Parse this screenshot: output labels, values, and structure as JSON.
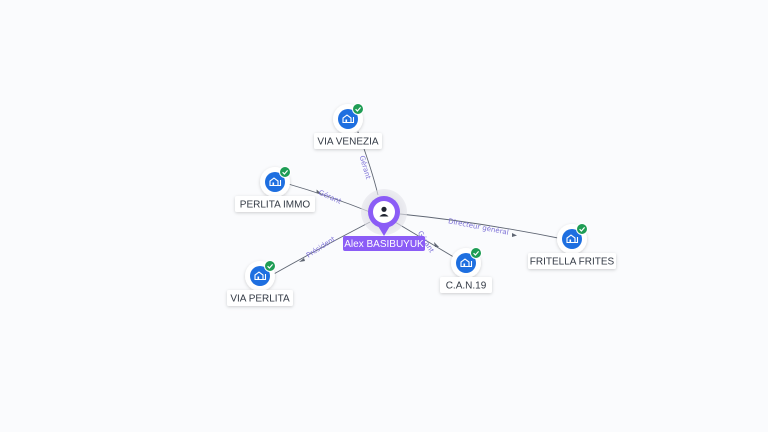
{
  "graph": {
    "person": {
      "name": "Alex BASIBUYUK",
      "icon": "person-icon",
      "color": "#8b5cf6"
    },
    "companies": [
      {
        "id": "via-venezia",
        "name": "VIA VENEZIA",
        "icon": "company-building-icon",
        "verified": true
      },
      {
        "id": "perlita-immo",
        "name": "PERLITA IMMO",
        "icon": "company-building-icon",
        "verified": true
      },
      {
        "id": "via-perlita",
        "name": "VIA PERLITA",
        "icon": "company-building-icon",
        "verified": true
      },
      {
        "id": "can19",
        "name": "C.A.N.19",
        "icon": "company-building-icon",
        "verified": true
      },
      {
        "id": "fritella-frites",
        "name": "FRITELLA FRITES",
        "icon": "company-building-icon",
        "verified": true
      }
    ],
    "relations": [
      {
        "target": "via-venezia",
        "role": "Gérant"
      },
      {
        "target": "perlita-immo",
        "role": "Gérant"
      },
      {
        "target": "via-perlita",
        "role": "Président"
      },
      {
        "target": "can19",
        "role": "Gérant"
      },
      {
        "target": "fritella-frites",
        "role": "Directeur général"
      }
    ],
    "colors": {
      "company_icon": "#1e6fe0",
      "verified_badge": "#1f9d55",
      "edge": "#5f6673",
      "edge_label": "#7b6fd6"
    }
  }
}
